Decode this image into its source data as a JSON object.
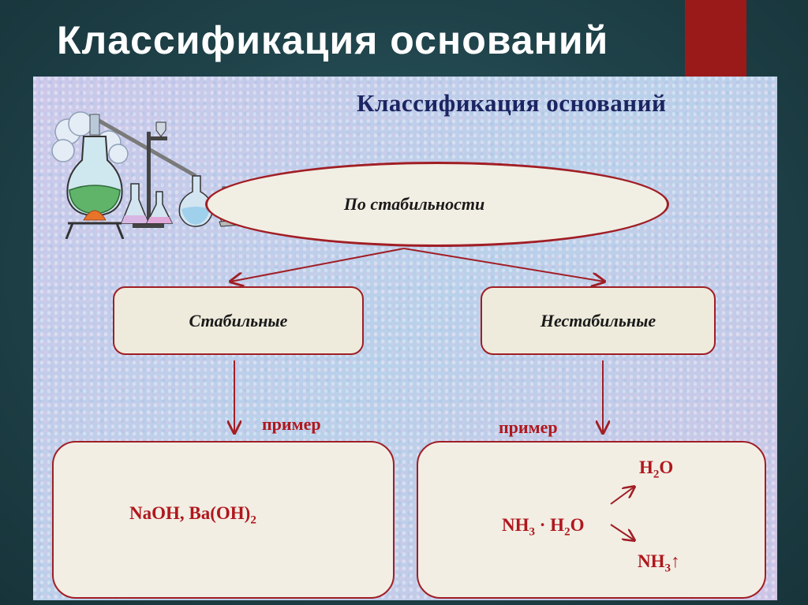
{
  "slide": {
    "title": "Классификация оснований",
    "accent_color": "#9a1a1a"
  },
  "diagram": {
    "title": "Классификация оснований",
    "root": "По стабильности",
    "categories": [
      {
        "label": "Стабильные",
        "example_label": "пример",
        "example": {
          "part1": "NaOH, Ba(OH)",
          "sub1": "2"
        }
      },
      {
        "label": "Нестабильные",
        "example_label": "пример",
        "example": {
          "h2o": {
            "a": "H",
            "sub": "2",
            "b": "O"
          },
          "mix": {
            "a": "NH",
            "sub1": "3",
            "b": " · H",
            "sub2": "2",
            "c": "O"
          },
          "nh3": {
            "a": "NH",
            "sub": "3",
            "arrow": "↑"
          }
        }
      }
    ],
    "colors": {
      "line": "#a11e25",
      "text_red": "#b0171d",
      "title_navy": "#1c2461"
    }
  }
}
